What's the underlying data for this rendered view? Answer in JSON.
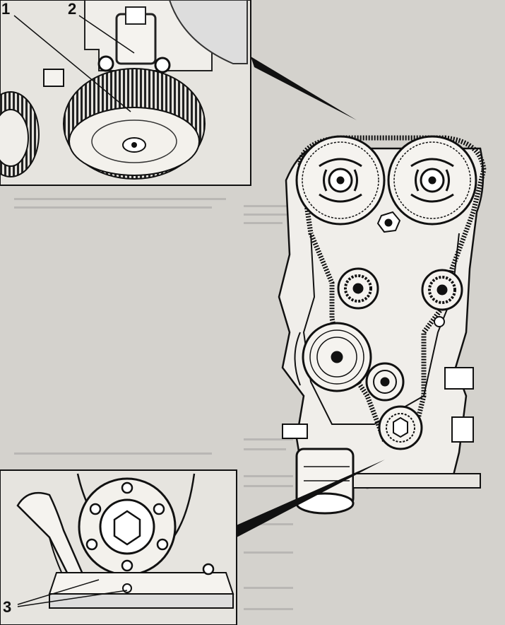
{
  "callouts": {
    "label_1": "1",
    "label_2": "2",
    "label_3": "3"
  },
  "colors": {
    "paper": "#d4d2cd",
    "ink": "#1a1a1a",
    "inset_bg": "#e6e4df",
    "faint_text": "#9c9a95"
  }
}
